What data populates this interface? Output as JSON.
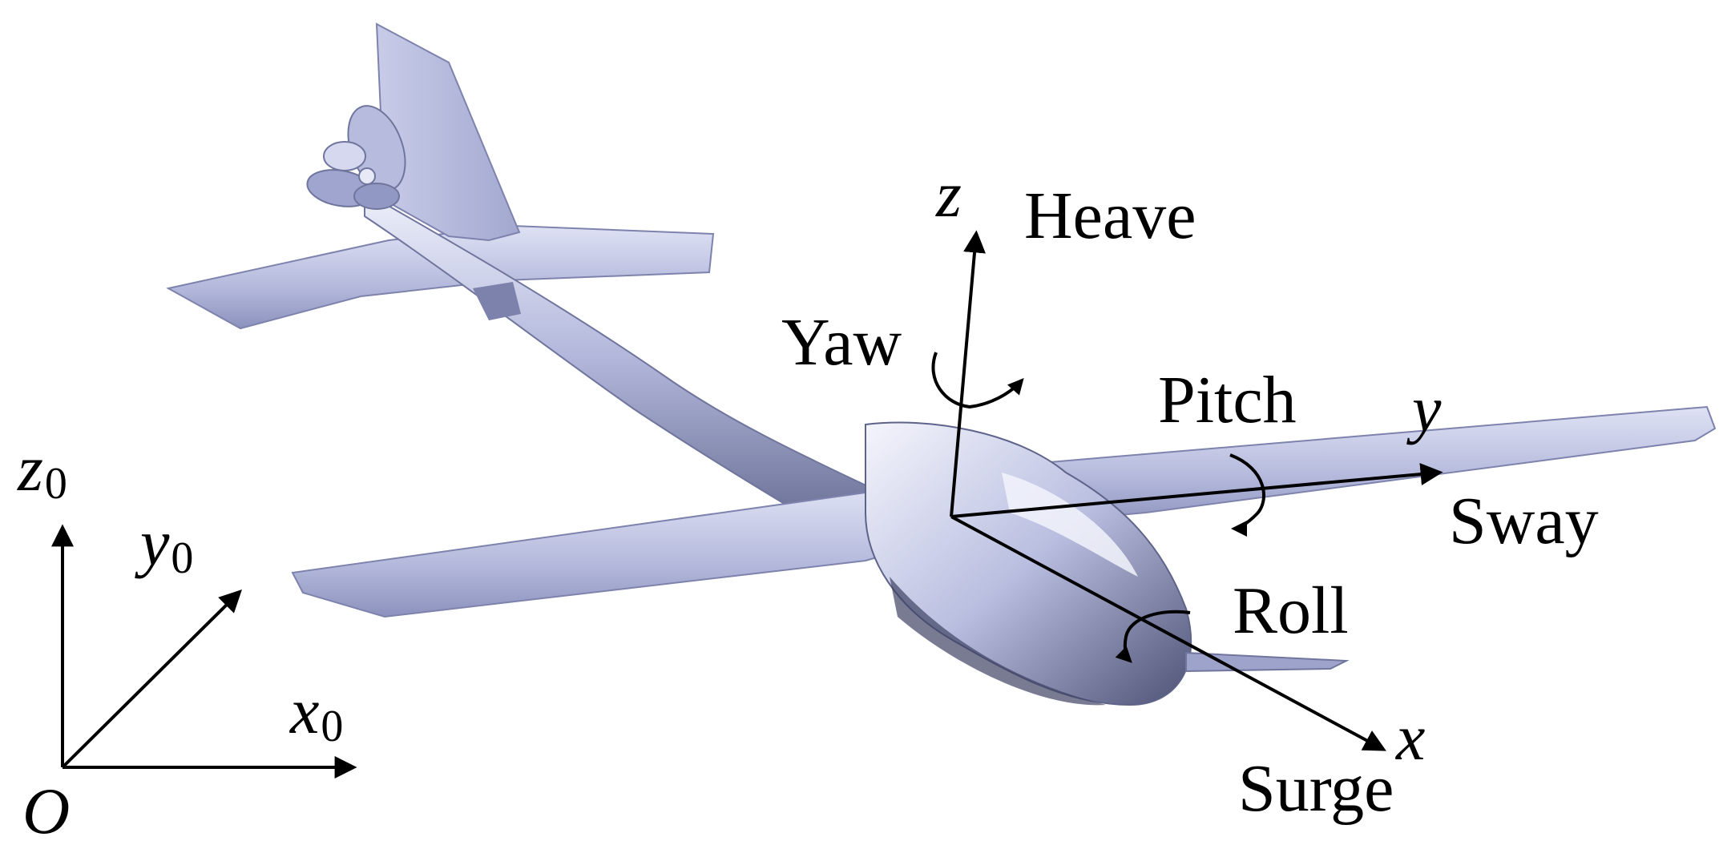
{
  "diagram": {
    "body_frame": {
      "axes": [
        {
          "symbol": "z",
          "motion": "Heave",
          "rotation": "Yaw"
        },
        {
          "symbol": "y",
          "motion": "Sway",
          "rotation": "Pitch"
        },
        {
          "symbol": "x",
          "motion": "Surge",
          "rotation": "Roll"
        }
      ]
    },
    "inertial_frame": {
      "origin": "O",
      "axes": [
        {
          "symbol": "z",
          "subscript": "0"
        },
        {
          "symbol": "y",
          "subscript": "0"
        },
        {
          "symbol": "x",
          "subscript": "0"
        }
      ]
    },
    "colors": {
      "aircraft_body": "#a9afd4",
      "aircraft_highlight": "#e4e7f6",
      "aircraft_shadow": "#6f759c",
      "axes": "#000000"
    }
  }
}
